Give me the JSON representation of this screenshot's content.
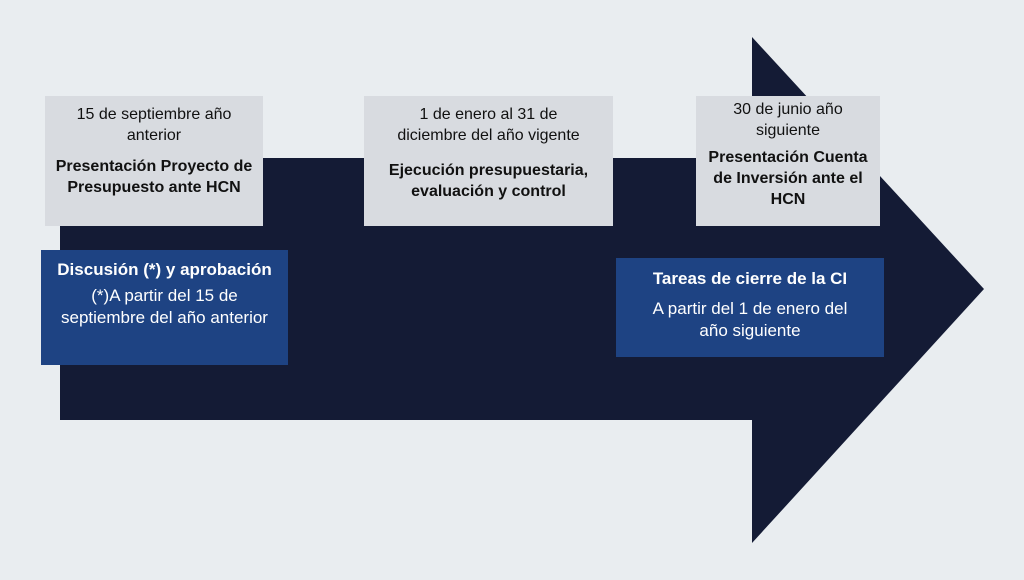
{
  "colors": {
    "background": "#e9edf0",
    "arrow": "#141b35",
    "card": "#d8dbe0",
    "highlight_box": "#1e4383"
  },
  "milestones": [
    {
      "date": "15 de septiembre año anterior",
      "description": "Presentación Proyecto de Presupuesto ante HCN"
    },
    {
      "date": "1 de enero al 31 de diciembre del año vigente",
      "description": "Ejecución presupuestaria, evaluación y control"
    },
    {
      "date": "30 de junio año siguiente",
      "description": "Presentación Cuenta de Inversión ante el HCN"
    }
  ],
  "phases": [
    {
      "title": "Discusión (*) y aprobación",
      "body": "(*)A partir del 15 de septiembre del año anterior"
    },
    {
      "title": "Tareas de cierre de la CI",
      "body": "A partir del 1 de enero del año siguiente"
    }
  ]
}
